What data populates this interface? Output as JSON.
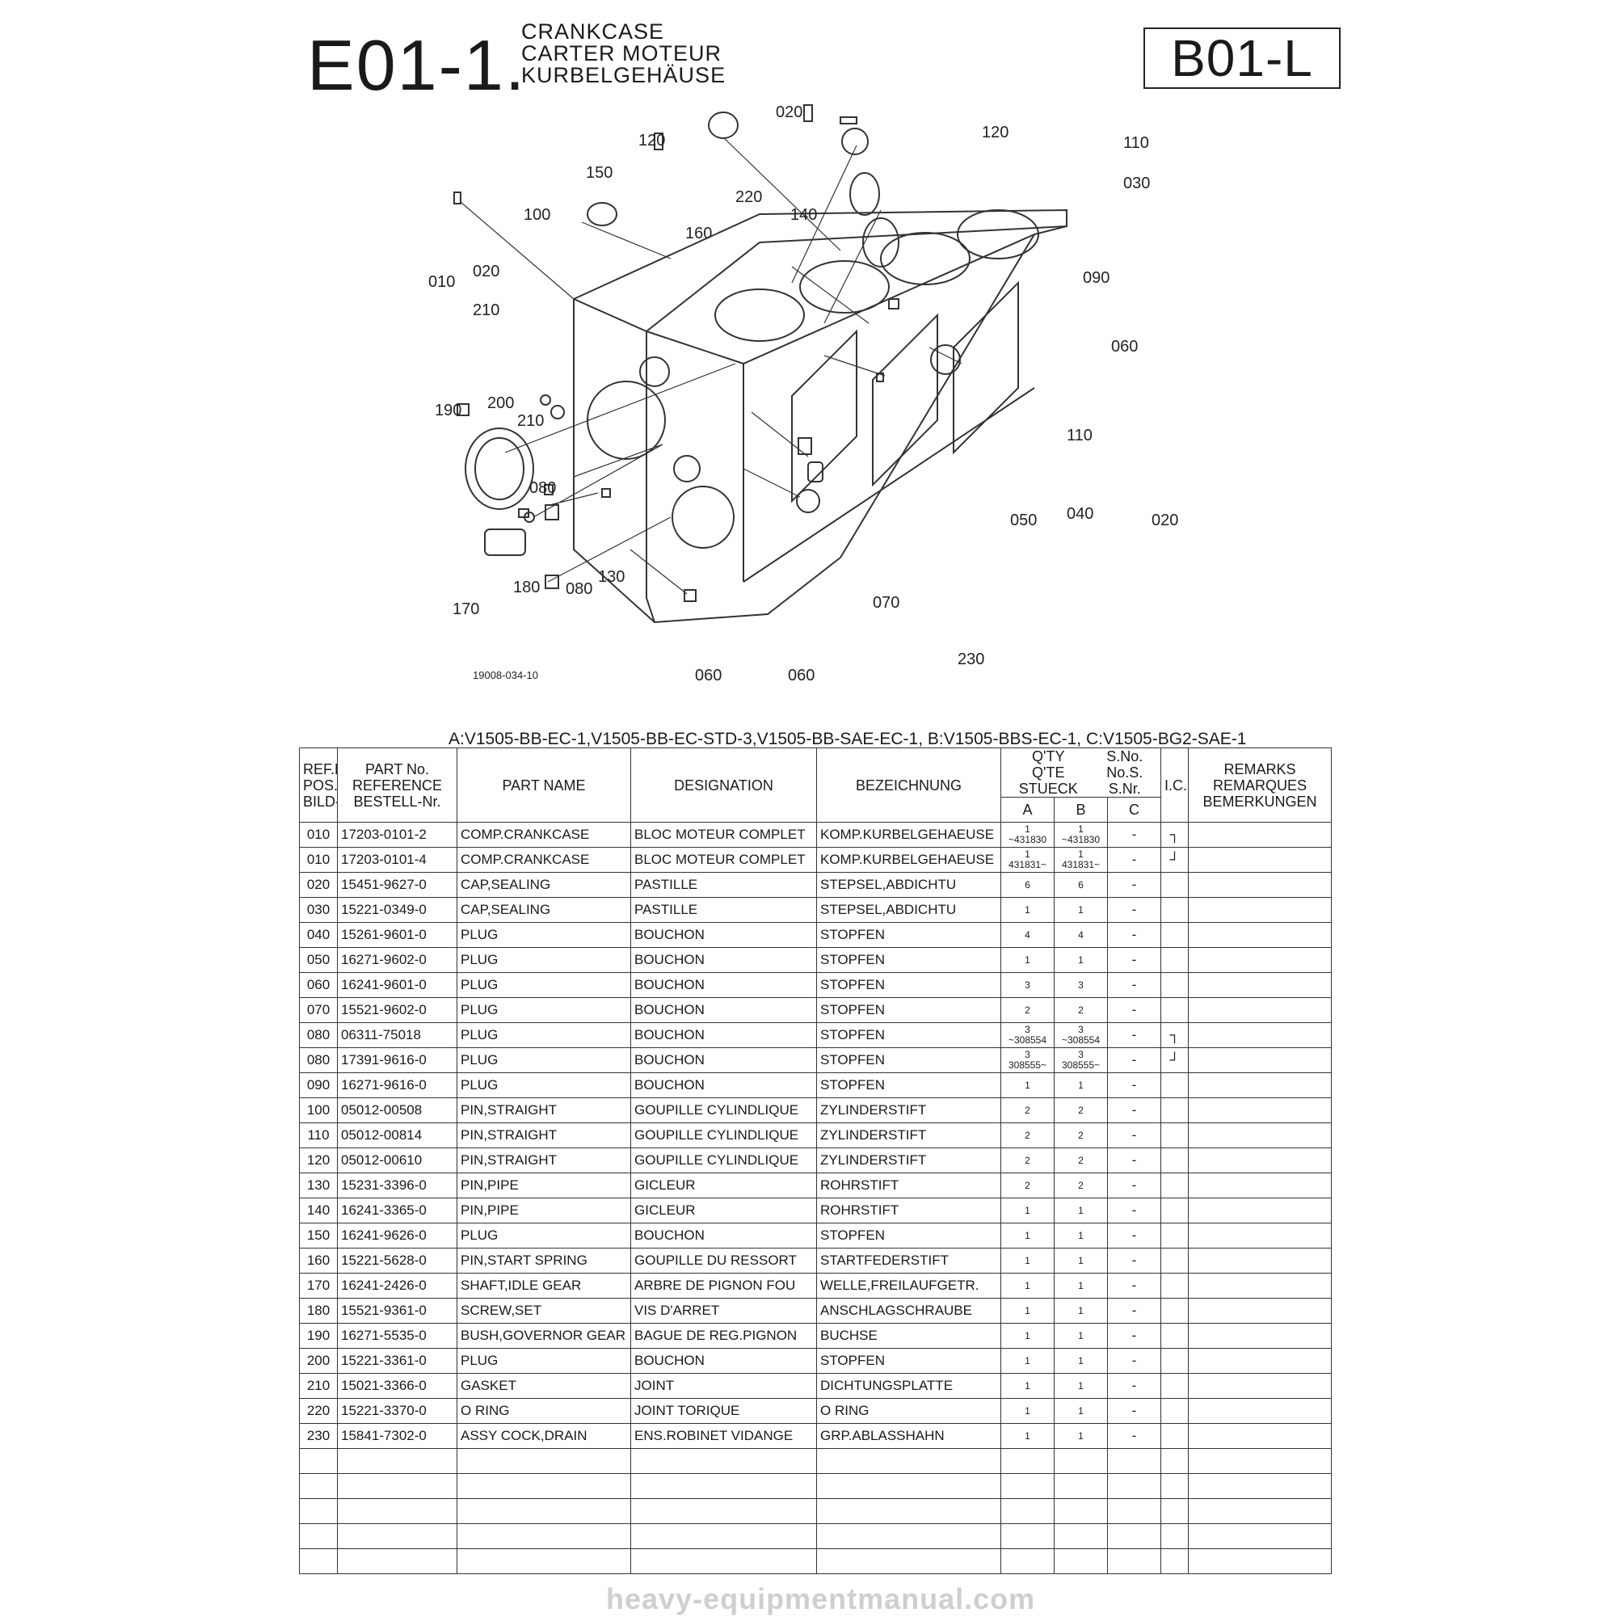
{
  "header": {
    "section_no": "E01-1.",
    "title_en": "CRANKCASE",
    "title_fr": "CARTER MOTEUR",
    "title_de": "KURBELGEHÄUSE",
    "page_code": "B01-L"
  },
  "diagram": {
    "figure_no": "19008-034-10",
    "callouts": [
      "020",
      "120",
      "150",
      "100",
      "010",
      "020",
      "210",
      "160",
      "220",
      "140",
      "120",
      "110",
      "030",
      "090",
      "200",
      "210",
      "190",
      "080",
      "170",
      "180",
      "080",
      "130",
      "060",
      "110",
      "040",
      "020",
      "050",
      "070",
      "230",
      "060",
      "060"
    ]
  },
  "models_line": "A:V1505-BB-EC-1,V1505-BB-EC-STD-3,V1505-BB-SAE-EC-1,  B:V1505-BBS-EC-1,  C:V1505-BG2-SAE-1",
  "table": {
    "headers": {
      "ref": [
        "REF.No.",
        "POS.No.",
        "BILD-Nr."
      ],
      "part_no": [
        "PART No.",
        "REFERENCE",
        "BESTELL-Nr."
      ],
      "part_name": "PART NAME",
      "designation": "DESIGNATION",
      "bezeichnung": "BEZEICHNUNG",
      "qty": [
        "Q'TY",
        "Q'TE",
        "STUECK"
      ],
      "sno": [
        "S.No.",
        "No.S.",
        "S.Nr."
      ],
      "col_a": "A",
      "col_b": "B",
      "col_c": "C",
      "ic": "I.C.",
      "remarks": [
        "REMARKS",
        "REMARQUES",
        "BEMERKUNGEN"
      ]
    },
    "rows": [
      {
        "ref": "010",
        "part": "17203-0101-2",
        "name": "COMP.CRANKCASE",
        "desig": "BLOC MOTEUR COMPLET",
        "bez": "KOMP.KURBELGEHAEUSE",
        "a": "1",
        "a2": "~431830",
        "b": "1",
        "b2": "~431830",
        "c": "-",
        "ic": "┐"
      },
      {
        "ref": "010",
        "part": "17203-0101-4",
        "name": "COMP.CRANKCASE",
        "desig": "BLOC MOTEUR COMPLET",
        "bez": "KOMP.KURBELGEHAEUSE",
        "a": "1",
        "a2": "431831~",
        "b": "1",
        "b2": "431831~",
        "c": "-",
        "ic": "┘"
      },
      {
        "ref": "020",
        "part": "15451-9627-0",
        "name": "CAP,SEALING",
        "desig": "PASTILLE",
        "bez": "STEPSEL,ABDICHTU",
        "a": "6",
        "a2": "",
        "b": "6",
        "b2": "",
        "c": "-",
        "ic": ""
      },
      {
        "ref": "030",
        "part": "15221-0349-0",
        "name": "CAP,SEALING",
        "desig": "PASTILLE",
        "bez": "STEPSEL,ABDICHTU",
        "a": "1",
        "a2": "",
        "b": "1",
        "b2": "",
        "c": "-",
        "ic": ""
      },
      {
        "ref": "040",
        "part": "15261-9601-0",
        "name": "PLUG",
        "desig": "BOUCHON",
        "bez": "STOPFEN",
        "a": "4",
        "a2": "",
        "b": "4",
        "b2": "",
        "c": "-",
        "ic": ""
      },
      {
        "ref": "050",
        "part": "16271-9602-0",
        "name": "PLUG",
        "desig": "BOUCHON",
        "bez": "STOPFEN",
        "a": "1",
        "a2": "",
        "b": "1",
        "b2": "",
        "c": "-",
        "ic": ""
      },
      {
        "ref": "060",
        "part": "16241-9601-0",
        "name": "PLUG",
        "desig": "BOUCHON",
        "bez": "STOPFEN",
        "a": "3",
        "a2": "",
        "b": "3",
        "b2": "",
        "c": "-",
        "ic": ""
      },
      {
        "ref": "070",
        "part": "15521-9602-0",
        "name": "PLUG",
        "desig": "BOUCHON",
        "bez": "STOPFEN",
        "a": "2",
        "a2": "",
        "b": "2",
        "b2": "",
        "c": "-",
        "ic": ""
      },
      {
        "ref": "080",
        "part": "06311-75018",
        "name": "PLUG",
        "desig": "BOUCHON",
        "bez": "STOPFEN",
        "a": "3",
        "a2": "~308554",
        "b": "3",
        "b2": "~308554",
        "c": "-",
        "ic": "┐"
      },
      {
        "ref": "080",
        "part": "17391-9616-0",
        "name": "PLUG",
        "desig": "BOUCHON",
        "bez": "STOPFEN",
        "a": "3",
        "a2": "308555~",
        "b": "3",
        "b2": "308555~",
        "c": "-",
        "ic": "┘"
      },
      {
        "ref": "090",
        "part": "16271-9616-0",
        "name": "PLUG",
        "desig": "BOUCHON",
        "bez": "STOPFEN",
        "a": "1",
        "a2": "",
        "b": "1",
        "b2": "",
        "c": "-",
        "ic": ""
      },
      {
        "ref": "100",
        "part": "05012-00508",
        "name": "PIN,STRAIGHT",
        "desig": "GOUPILLE CYLINDLIQUE",
        "bez": "ZYLINDERSTIFT",
        "a": "2",
        "a2": "",
        "b": "2",
        "b2": "",
        "c": "-",
        "ic": ""
      },
      {
        "ref": "110",
        "part": "05012-00814",
        "name": "PIN,STRAIGHT",
        "desig": "GOUPILLE CYLINDLIQUE",
        "bez": "ZYLINDERSTIFT",
        "a": "2",
        "a2": "",
        "b": "2",
        "b2": "",
        "c": "-",
        "ic": ""
      },
      {
        "ref": "120",
        "part": "05012-00610",
        "name": "PIN,STRAIGHT",
        "desig": "GOUPILLE CYLINDLIQUE",
        "bez": "ZYLINDERSTIFT",
        "a": "2",
        "a2": "",
        "b": "2",
        "b2": "",
        "c": "-",
        "ic": ""
      },
      {
        "ref": "130",
        "part": "15231-3396-0",
        "name": "PIN,PIPE",
        "desig": "GICLEUR",
        "bez": "ROHRSTIFT",
        "a": "2",
        "a2": "",
        "b": "2",
        "b2": "",
        "c": "-",
        "ic": ""
      },
      {
        "ref": "140",
        "part": "16241-3365-0",
        "name": "PIN,PIPE",
        "desig": "GICLEUR",
        "bez": "ROHRSTIFT",
        "a": "1",
        "a2": "",
        "b": "1",
        "b2": "",
        "c": "-",
        "ic": ""
      },
      {
        "ref": "150",
        "part": "16241-9626-0",
        "name": "PLUG",
        "desig": "BOUCHON",
        "bez": "STOPFEN",
        "a": "1",
        "a2": "",
        "b": "1",
        "b2": "",
        "c": "-",
        "ic": ""
      },
      {
        "ref": "160",
        "part": "15221-5628-0",
        "name": "PIN,START SPRING",
        "desig": "GOUPILLE DU RESSORT",
        "bez": "STARTFEDERSTIFT",
        "a": "1",
        "a2": "",
        "b": "1",
        "b2": "",
        "c": "-",
        "ic": ""
      },
      {
        "ref": "170",
        "part": "16241-2426-0",
        "name": "SHAFT,IDLE GEAR",
        "desig": "ARBRE DE PIGNON FOU",
        "bez": "WELLE,FREILAUFGETR.",
        "a": "1",
        "a2": "",
        "b": "1",
        "b2": "",
        "c": "-",
        "ic": ""
      },
      {
        "ref": "180",
        "part": "15521-9361-0",
        "name": "SCREW,SET",
        "desig": "VIS D'ARRET",
        "bez": "ANSCHLAGSCHRAUBE",
        "a": "1",
        "a2": "",
        "b": "1",
        "b2": "",
        "c": "-",
        "ic": ""
      },
      {
        "ref": "190",
        "part": "16271-5535-0",
        "name": "BUSH,GOVERNOR GEAR",
        "desig": "BAGUE DE REG.PIGNON",
        "bez": "BUCHSE",
        "a": "1",
        "a2": "",
        "b": "1",
        "b2": "",
        "c": "-",
        "ic": ""
      },
      {
        "ref": "200",
        "part": "15221-3361-0",
        "name": "PLUG",
        "desig": "BOUCHON",
        "bez": "STOPFEN",
        "a": "1",
        "a2": "",
        "b": "1",
        "b2": "",
        "c": "-",
        "ic": ""
      },
      {
        "ref": "210",
        "part": "15021-3366-0",
        "name": "GASKET",
        "desig": "JOINT",
        "bez": "DICHTUNGSPLATTE",
        "a": "1",
        "a2": "",
        "b": "1",
        "b2": "",
        "c": "-",
        "ic": ""
      },
      {
        "ref": "220",
        "part": "15221-3370-0",
        "name": "O RING",
        "desig": "JOINT TORIQUE",
        "bez": "O RING",
        "a": "1",
        "a2": "",
        "b": "1",
        "b2": "",
        "c": "-",
        "ic": ""
      },
      {
        "ref": "230",
        "part": "15841-7302-0",
        "name": "ASSY COCK,DRAIN",
        "desig": "ENS.ROBINET VIDANGE",
        "bez": "GRP.ABLASSHAHN",
        "a": "1",
        "a2": "",
        "b": "1",
        "b2": "",
        "c": "-",
        "ic": ""
      }
    ],
    "empty_rows": 5
  },
  "watermark": "heavy-equipmentmanual.com"
}
